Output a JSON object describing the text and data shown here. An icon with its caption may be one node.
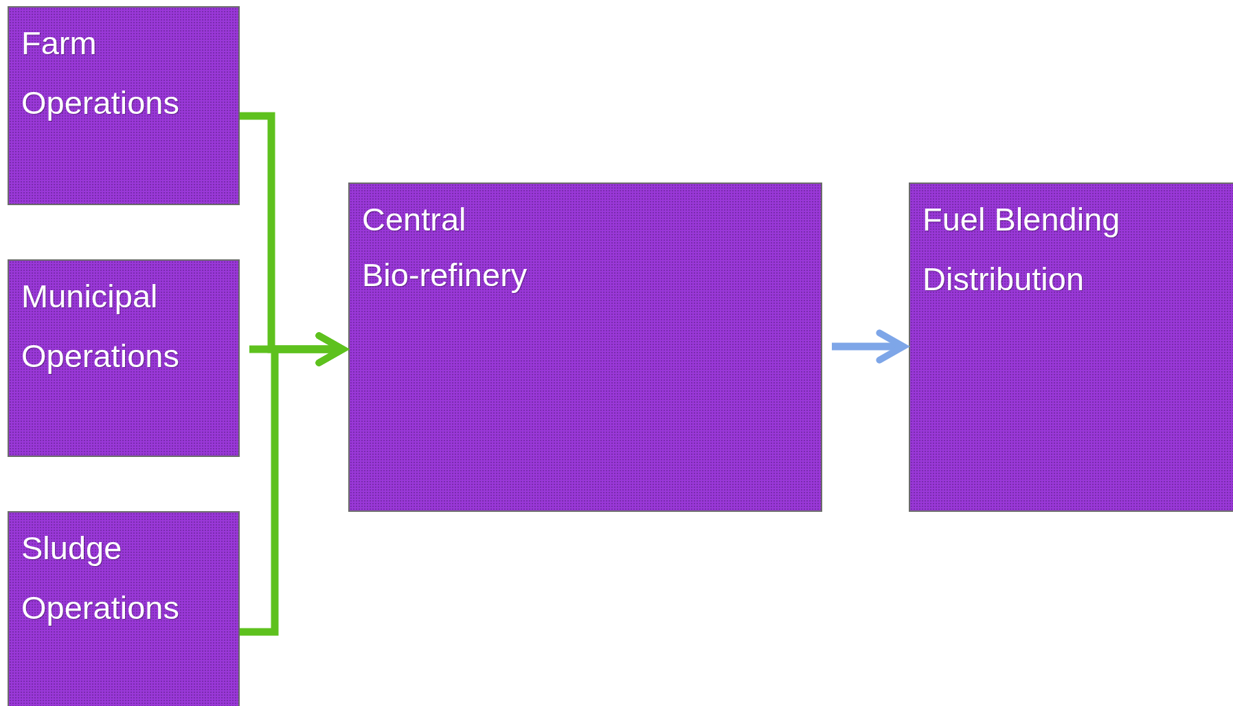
{
  "diagram": {
    "nodes": [
      {
        "text": [
          "Farm Operations"
        ]
      },
      {
        "text": [
          "Municipal Operations"
        ]
      },
      {
        "text": [
          "Sludge Operations"
        ]
      },
      {
        "text": [
          "Central",
          "Bio-refinery"
        ]
      },
      {
        "text": [
          "Fuel Blending Distribution"
        ]
      }
    ],
    "edges": [
      {
        "from": 0,
        "to": 3,
        "arrow": "to"
      },
      {
        "from": 1,
        "to": 3,
        "arrow": "to"
      },
      {
        "from": 2,
        "to": 3,
        "arrow": "to"
      },
      {
        "from": 3,
        "to": 4,
        "arrow": "to",
        "color": "#7ea6e8"
      }
    ]
  }
}
